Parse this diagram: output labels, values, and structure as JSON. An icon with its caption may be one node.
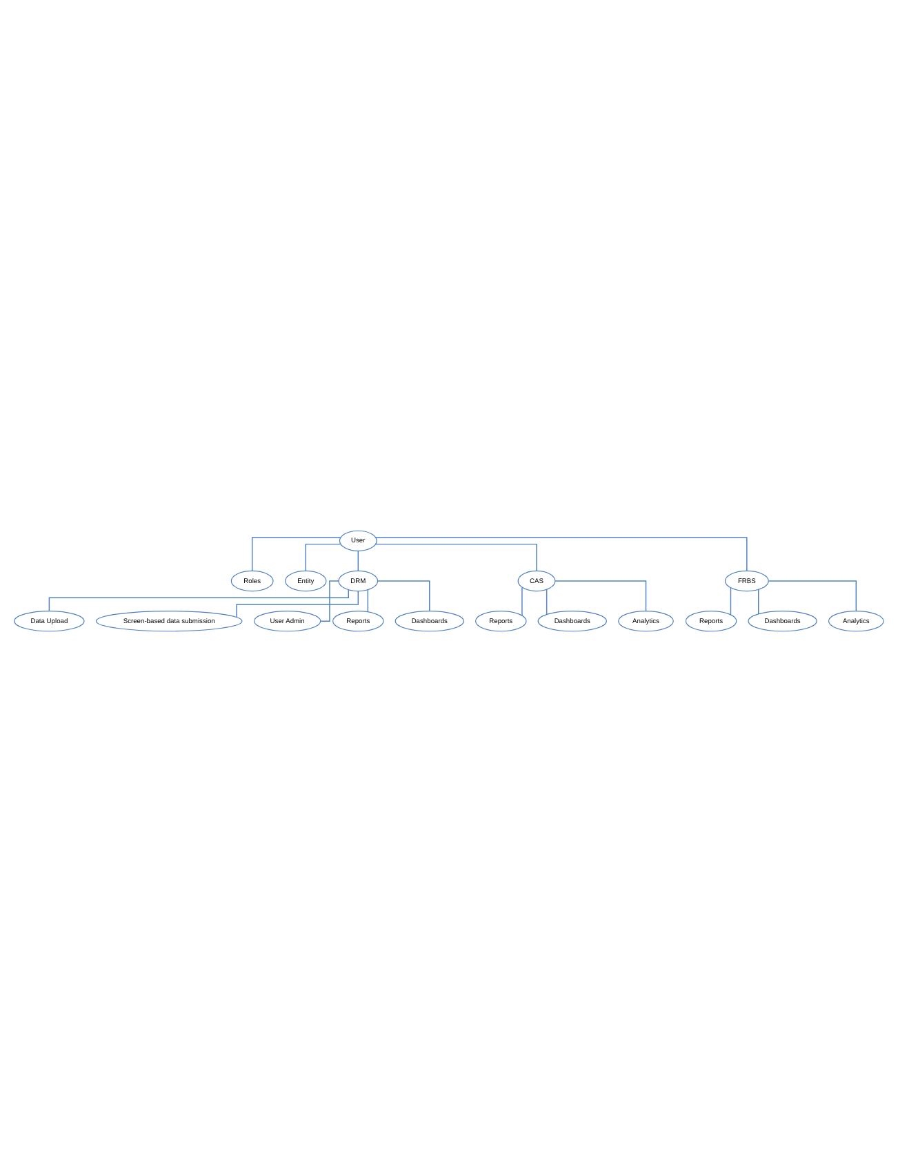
{
  "diagram": {
    "nodes": [
      {
        "text": [
          "User"
        ]
      },
      {
        "text": [
          "Roles"
        ]
      },
      {
        "text": [
          "Entity"
        ]
      },
      {
        "text": [
          "DRM"
        ]
      },
      {
        "text": [
          "CAS"
        ]
      },
      {
        "text": [
          "FRBS"
        ]
      },
      {
        "text": [
          "Data Upload"
        ]
      },
      {
        "text": [
          "Screen-based data submission"
        ]
      },
      {
        "text": [
          "User Admin"
        ]
      },
      {
        "text": [
          "Reports"
        ]
      },
      {
        "text": [
          "Dashboards"
        ]
      },
      {
        "text": [
          "Reports"
        ]
      },
      {
        "text": [
          "Dashboards"
        ]
      },
      {
        "text": [
          "Analytics"
        ]
      },
      {
        "text": [
          "Reports"
        ]
      },
      {
        "text": [
          "Dashboards"
        ]
      },
      {
        "text": [
          "Analytics"
        ]
      }
    ],
    "edges": [
      {
        "from": 0,
        "to": 1,
        "arrow": "none"
      },
      {
        "from": 0,
        "to": 2,
        "arrow": "none"
      },
      {
        "from": 0,
        "to": 3,
        "arrow": "none"
      },
      {
        "from": 0,
        "to": 4,
        "arrow": "none"
      },
      {
        "from": 0,
        "to": 5,
        "arrow": "none"
      },
      {
        "from": 3,
        "to": 6,
        "arrow": "none"
      },
      {
        "from": 3,
        "to": 7,
        "arrow": "none"
      },
      {
        "from": 3,
        "to": 8,
        "arrow": "none"
      },
      {
        "from": 3,
        "to": 9,
        "arrow": "none"
      },
      {
        "from": 3,
        "to": 10,
        "arrow": "none"
      },
      {
        "from": 4,
        "to": 11,
        "arrow": "none"
      },
      {
        "from": 4,
        "to": 12,
        "arrow": "none"
      },
      {
        "from": 4,
        "to": 13,
        "arrow": "none"
      },
      {
        "from": 5,
        "to": 14,
        "arrow": "none"
      },
      {
        "from": 5,
        "to": 15,
        "arrow": "none"
      },
      {
        "from": 5,
        "to": 16,
        "arrow": "none"
      }
    ]
  }
}
